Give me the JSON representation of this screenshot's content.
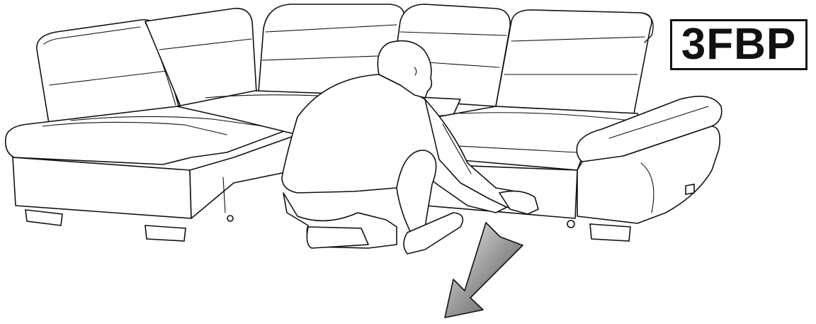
{
  "label": {
    "code": "3FBP"
  },
  "illustration": {
    "subject": "corner-sofa",
    "figure": "crouching-person",
    "arrow_direction": "down-left",
    "arrow_colors": [
      "#f4f4f4",
      "#9a9a9a",
      "#4a4a4a"
    ]
  }
}
